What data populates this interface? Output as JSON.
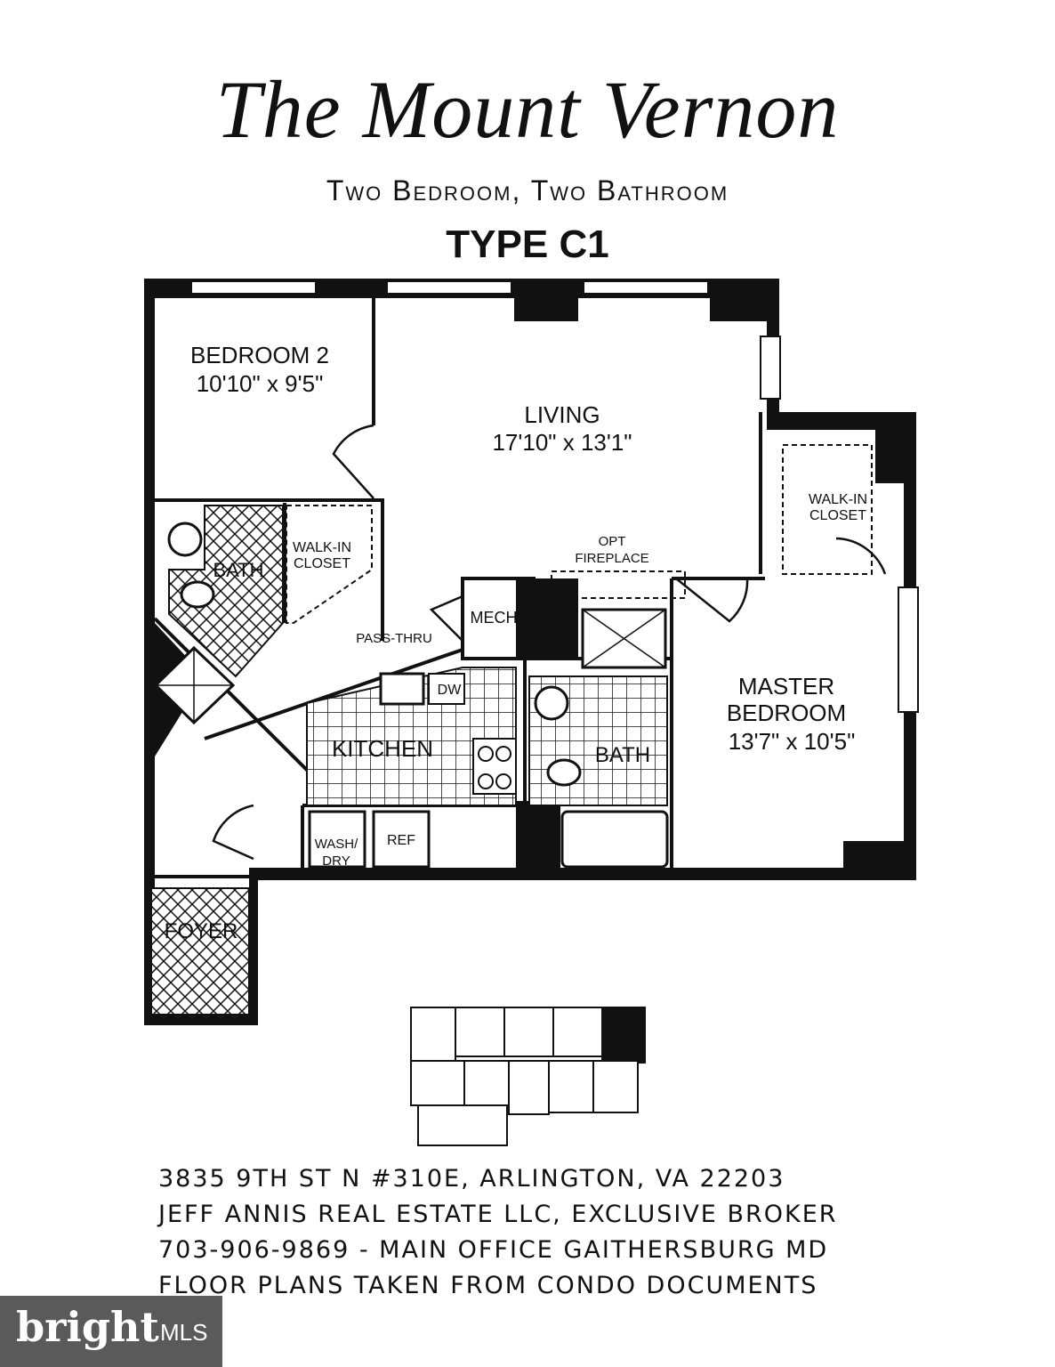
{
  "header": {
    "title": "The Mount Vernon",
    "subtitle": "Two Bedroom, Two Bathroom",
    "type": "TYPE C1"
  },
  "rooms": {
    "bedroom2_name": "BEDROOM 2",
    "bedroom2_size": "10'10\" x 9'5\"",
    "living_name": "LIVING",
    "living_size": "17'10\" x 13'1\"",
    "walkin_closet_top": "WALK-IN",
    "walkin_closet_bottom": "CLOSET",
    "master_closet_top": "WALK-IN",
    "master_closet_bottom": "CLOSET",
    "opt": "OPT",
    "fireplace": "FIREPLACE",
    "bath1": "BATH",
    "bath2": "BATH",
    "mech": "MECH",
    "pass_thru": "PASS-THRU",
    "dw": "DW",
    "kitchen": "KITCHEN",
    "master_top": "MASTER",
    "master_bottom": "BEDROOM",
    "master_size": "13'7\" x 10'5\"",
    "wash": "WASH/",
    "dry": "DRY",
    "ref": "REF",
    "foyer": "FOYER"
  },
  "footer": {
    "line1": "3835 9TH ST N #310E, ARLINGTON, VA 22203",
    "line2": "JEFF ANNIS REAL ESTATE LLC, EXCLUSIVE BROKER",
    "line3": "703-906-9869 - MAIN OFFICE GAITHERSBURG MD",
    "line4": "FLOOR PLANS TAKEN FROM CONDO DOCUMENTS"
  },
  "logo": {
    "word": "bright",
    "mls": "MLS"
  }
}
